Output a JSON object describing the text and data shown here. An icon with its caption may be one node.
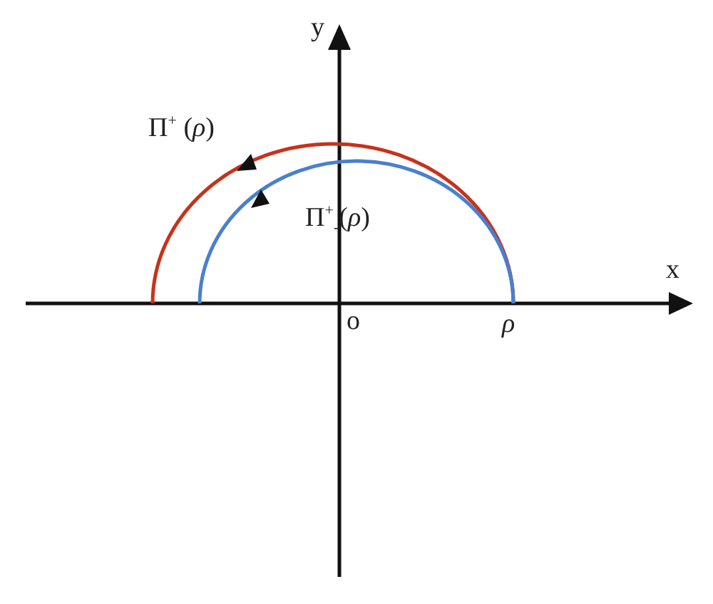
{
  "diagram": {
    "labels": [
      "y",
      "Π$^{+}$ (*ρ*)",
      "Π$^{+}$$_{-}$(*ρ*)",
      "x",
      "o",
      "ρ"
    ]
  }
}
